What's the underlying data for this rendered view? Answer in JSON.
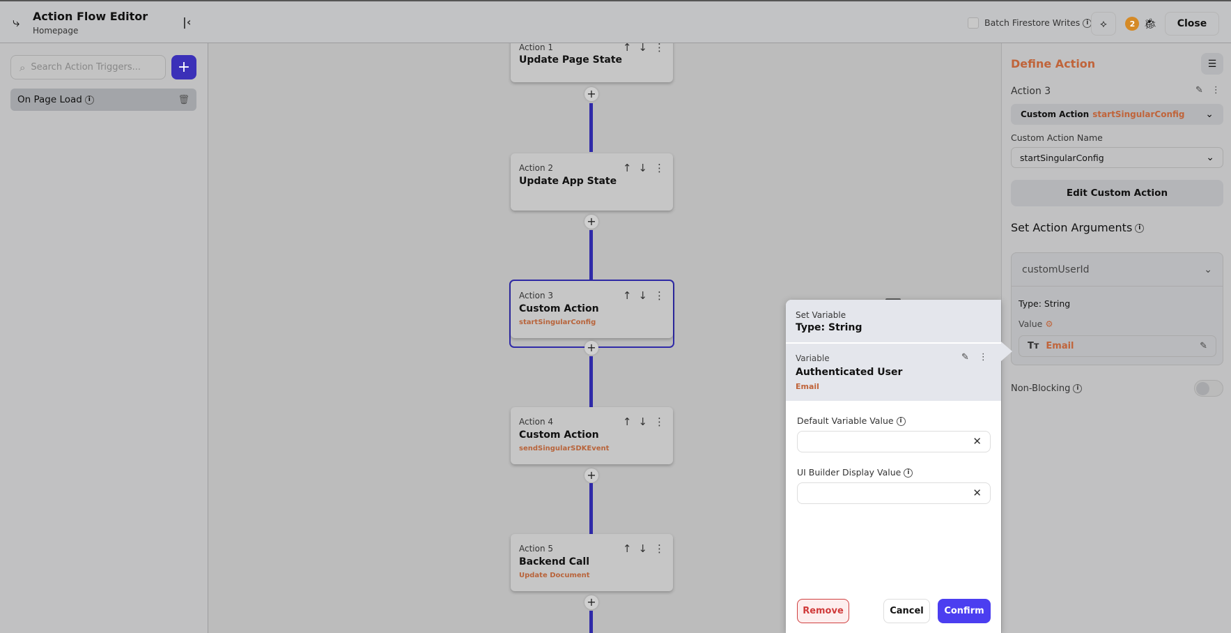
{
  "header": {
    "title": "Action Flow Editor",
    "subtitle": "Homepage",
    "batch_label": "Batch Firestore Writes",
    "badge_count": "2",
    "close_label": "Close"
  },
  "sidebar": {
    "search_placeholder": "Search Action Triggers...",
    "add_label": "+",
    "triggers": [
      {
        "label": "On Page Load"
      }
    ]
  },
  "flow": {
    "actions": [
      {
        "label": "Action 1",
        "title": "Update Page State",
        "subtitle": ""
      },
      {
        "label": "Action 2",
        "title": "Update App State",
        "subtitle": ""
      },
      {
        "label": "Action 3",
        "title": "Custom Action",
        "subtitle": "startSingularConfig",
        "selected": true
      },
      {
        "label": "Action 4",
        "title": "Custom Action",
        "subtitle": "sendSingularSDKEvent"
      },
      {
        "label": "Action 5",
        "title": "Backend Call",
        "subtitle": "Update Document"
      }
    ],
    "plus": "+"
  },
  "panel": {
    "title": "Define Action",
    "action_name": "Action 3",
    "action_type": "Custom Action",
    "action_type_value": "startSingularConfig",
    "custom_name_label": "Custom Action Name",
    "custom_name_value": "startSingularConfig",
    "edit_button": "Edit Custom Action",
    "args_title": "Set Action Arguments",
    "arg_name": "customUserId",
    "arg_type": "Type: String",
    "value_label": "Value",
    "value_icon": "Tт",
    "value": "Email",
    "non_blocking": "Non-Blocking",
    "non_blocking_on": false
  },
  "popup": {
    "header_label": "Set Variable",
    "header_type": "Type: String",
    "var_label": "Variable",
    "var_name": "Authenticated User",
    "var_field": "Email",
    "default_label": "Default Variable Value",
    "default_value": "",
    "display_label": "UI Builder Display Value",
    "display_value": "",
    "remove": "Remove",
    "cancel": "Cancel",
    "confirm": "Confirm"
  },
  "colors": {
    "accent": "#4b3ef0",
    "orange": "#c0643a",
    "line": "#2f2aa8"
  }
}
